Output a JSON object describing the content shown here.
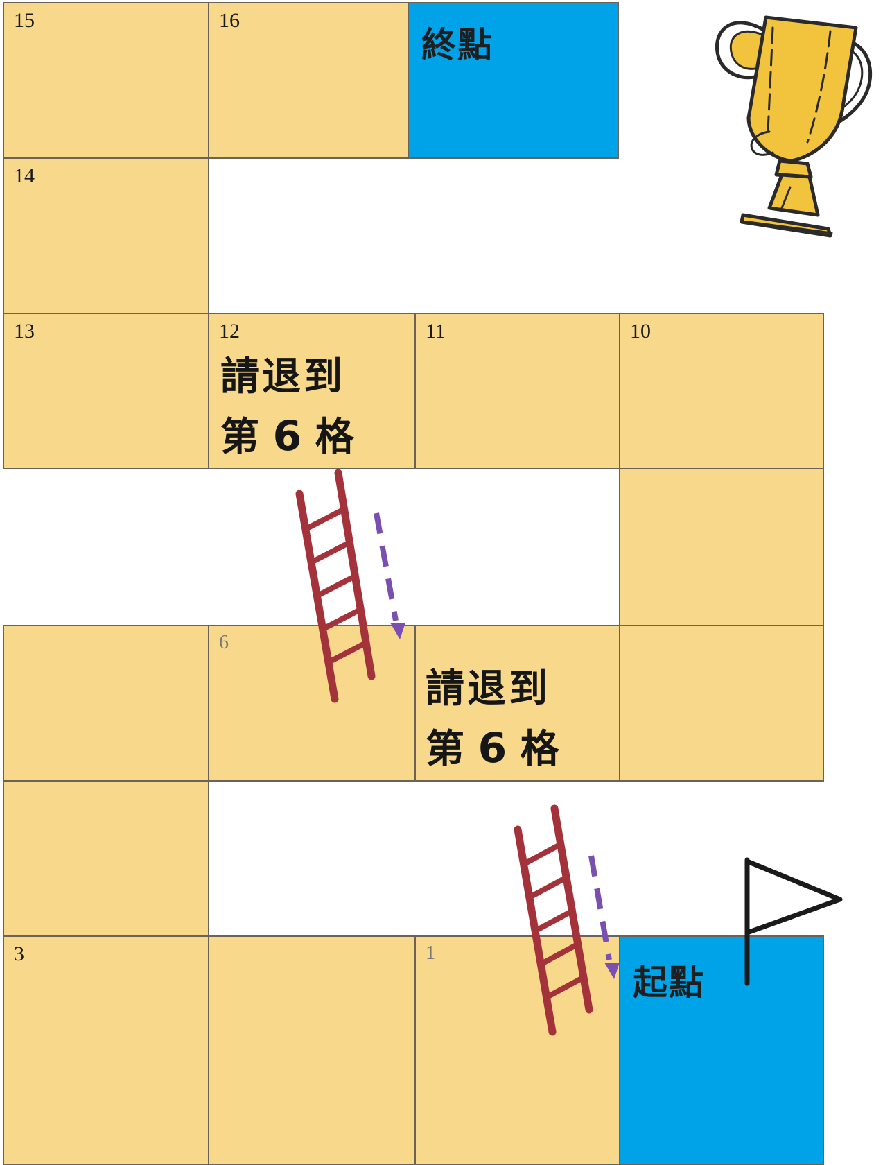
{
  "board": {
    "finish_label": "終點",
    "start_label": "起點",
    "squares": {
      "s15": "15",
      "s16": "16",
      "s14": "14",
      "s13": "13",
      "s12": "12",
      "s11": "11",
      "s10": "10",
      "s6": "6",
      "s3": "3",
      "s1": "1"
    }
  },
  "penalties": [
    {
      "line1": "請退到",
      "prefix": "第",
      "target": "6",
      "suffix": "格"
    },
    {
      "line1": "請退到",
      "prefix": "第",
      "target": "6",
      "suffix": "格"
    }
  ],
  "icons": {
    "trophy": "trophy-icon",
    "flag": "flag-icon",
    "ladder": "ladder-icon",
    "arrow": "dashed-arrow-down-icon"
  },
  "colors": {
    "square_fill": "#f8d98c",
    "endpoint_fill": "#00a2e8",
    "ladder": "#a3323b",
    "arrow": "#7a4fb0",
    "trophy_gold": "#f2c33c"
  }
}
